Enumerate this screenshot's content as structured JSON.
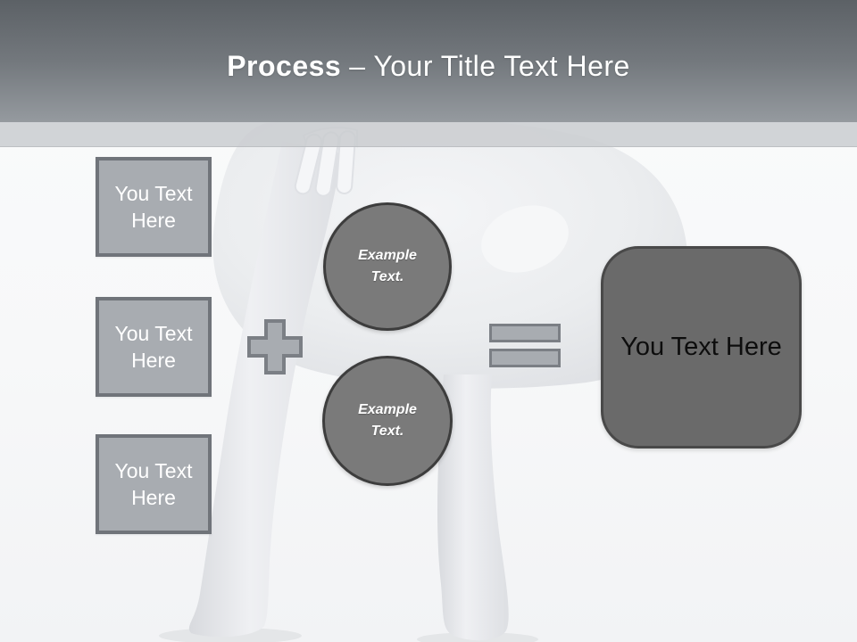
{
  "slide": {
    "header": {
      "title_bold": "Process",
      "title_rest": "– Your Title Text Here"
    },
    "steps": [
      {
        "label": "You Text Here"
      },
      {
        "label": "You Text Here"
      },
      {
        "label": "You Text Here"
      }
    ],
    "operators": [
      {
        "icon": "plus-icon"
      },
      {
        "icon": "equals-icon"
      }
    ],
    "examples": [
      {
        "label": "Example Text."
      },
      {
        "label": "Example Text."
      }
    ],
    "result": {
      "label": "You Text Here"
    },
    "illustration": "3d-white-figure-bent-over",
    "colors": {
      "header_gradient_top": "#5c6166",
      "header_gradient_bottom": "#959a9f",
      "header_strip": "#cacccf",
      "step_box_fill": "#a8acb1",
      "step_box_border": "#70747a",
      "operator_fill": "#a8acb1",
      "operator_border": "#7b7f85",
      "circle_fill": "#7a7a7a",
      "circle_border": "#3d3d3d",
      "result_fill": "#6a6a6a",
      "result_border": "#494949",
      "background": "#f7f8f9",
      "title_text": "#ffffff",
      "step_text": "#ffffff",
      "circle_text": "#ffffff",
      "result_text": "#0d0d0d"
    }
  }
}
